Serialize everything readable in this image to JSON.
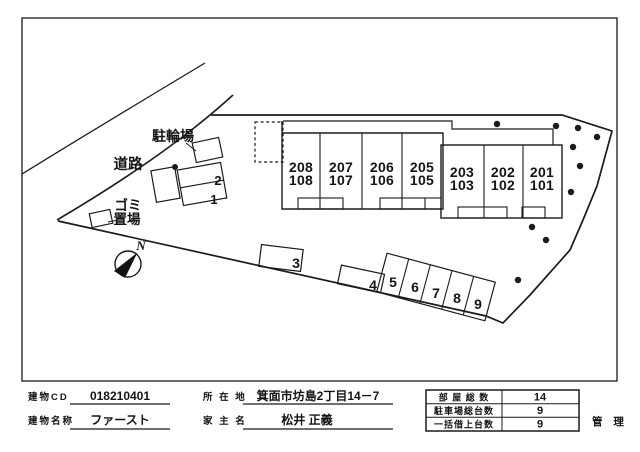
{
  "plan": {
    "bicycle_parking_label": "駐輪場",
    "road_label": "道路",
    "garbage_label_line1": "ゴミ",
    "garbage_label_line2": "置場",
    "north_label": "N",
    "units": [
      {
        "upper": "208",
        "lower": "108"
      },
      {
        "upper": "207",
        "lower": "107"
      },
      {
        "upper": "206",
        "lower": "106"
      },
      {
        "upper": "205",
        "lower": "105"
      },
      {
        "upper": "203",
        "lower": "103"
      },
      {
        "upper": "202",
        "lower": "102"
      },
      {
        "upper": "201",
        "lower": "101"
      }
    ],
    "parking_spaces": [
      "1",
      "2",
      "3",
      "4",
      "5",
      "6",
      "7",
      "8",
      "9"
    ]
  },
  "title_block": {
    "building_cd_label": "建物CD",
    "building_cd_value": "018210401",
    "address_label": "所 在 地",
    "address_value": "箕面市坊島2丁目14－7",
    "building_name_label": "建物名称",
    "building_name_value": "ファースト",
    "owner_label": "家 主 名",
    "owner_value": "松井 正義",
    "management_label": "管 理",
    "stats": [
      {
        "label": "部 屋 総 数",
        "value": "14"
      },
      {
        "label": "駐車場総台数",
        "value": "9"
      },
      {
        "label": "一括借上台数",
        "value": "9"
      }
    ]
  }
}
